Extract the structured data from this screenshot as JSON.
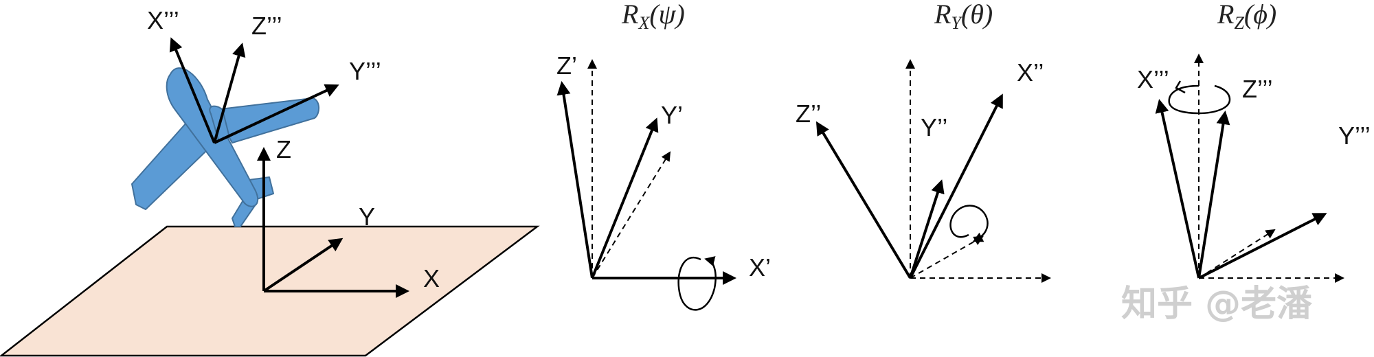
{
  "colors": {
    "plane_fill": "#5b9bd5",
    "plane_stroke": "#41719c",
    "ground_fill": "#f9e3d4",
    "axis": "#000000",
    "watermark": "#cfcfcf"
  },
  "scene": {
    "world_axes": {
      "x": "X",
      "y": "Y",
      "z": "Z"
    },
    "body_axes": {
      "x": "X’’’",
      "y": "Y’’’",
      "z": "Z’’’"
    }
  },
  "panel_x": {
    "title_main": "R",
    "title_sub": "X",
    "title_arg": "(ψ)",
    "labels": {
      "z": "Z’",
      "y": "Y’",
      "x": "X’"
    }
  },
  "panel_y": {
    "title_main": "R",
    "title_sub": "Y",
    "title_arg": "(θ)",
    "labels": {
      "z": "Z’’",
      "y": "Y’’",
      "x": "X’’"
    }
  },
  "panel_z": {
    "title_main": "R",
    "title_sub": "Z",
    "title_arg": "(ϕ)",
    "labels": {
      "x": "X’’’",
      "z": "Z’’’",
      "y": "Y’’’"
    }
  },
  "watermark": {
    "text": "知乎 @老潘"
  }
}
